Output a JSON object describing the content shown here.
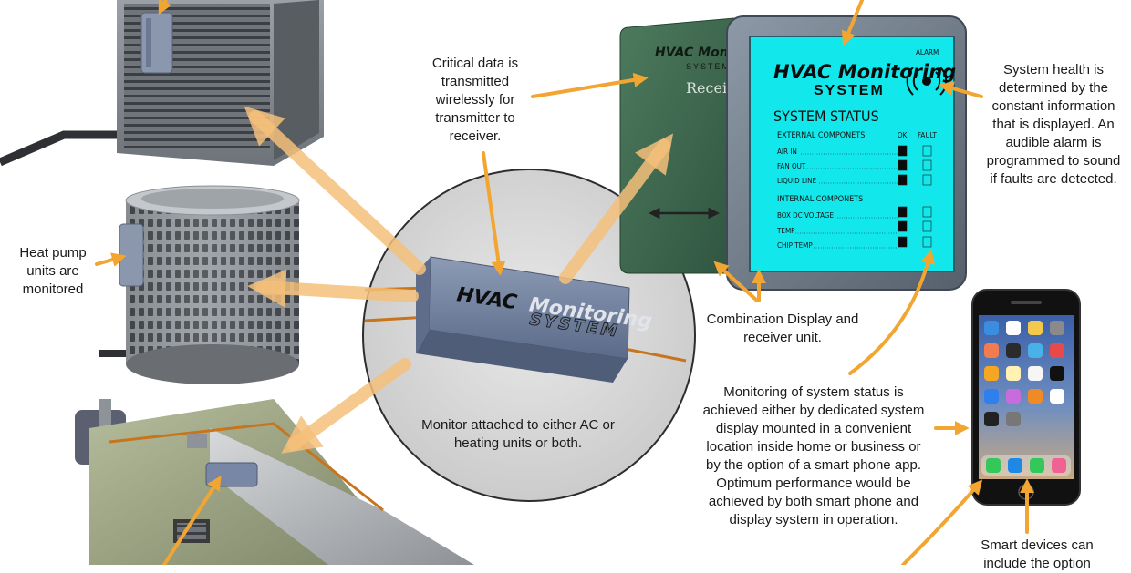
{
  "captions": {
    "critical_data": "Critical data is transmitted wirelessly for transmitter to receiver.",
    "heat_pump": "Heat pump units are monitored",
    "monitor_attached": "Monitor attached to either AC or heating units or both.",
    "combination": "Combination Display and receiver unit.",
    "system_health": "System health is determined by the constant information that is displayed. An audible alarm is programmed to sound if faults are detected.",
    "monitoring_status": "Monitoring of system status is achieved either by dedicated system display mounted in a convenient location inside home or business or by the option of a smart phone app. Optimum performance would be achieved by both smart phone and display system in operation.",
    "smart_devices": "Smart devices can include the option"
  },
  "display": {
    "brand_line1": "HVAC Monitoring",
    "brand_line2": "SYSTEM",
    "alarm_label": "ALARM",
    "status_title": "SYSTEM STATUS",
    "col_ok": "OK",
    "col_fault": "FAULT",
    "external_header": "EXTERNAL COMPONETS",
    "external_items": [
      "AIR IN",
      "FAN OUT",
      "LIQUID LINE"
    ],
    "internal_header": "INTERNAL COMPONETS",
    "internal_items": [
      "BOX DC VOLTAGE",
      "TEMP",
      "CHIP TEMP"
    ]
  },
  "receiver": {
    "brand_line1": "HVAC Monitori",
    "brand_line2": "SYSTEM",
    "label": "Receive"
  },
  "monitor": {
    "brand_line1_a": "HVAC",
    "brand_line1_b": "Monitoring",
    "brand_line2": "SYSTEM"
  },
  "colors": {
    "arrow": "#f2a531",
    "lcd": "#12e8ec",
    "receiver": "#3f6b50",
    "bezel": "#6c7a8a",
    "monitor_box": "#6a7a98",
    "wire": "#c8741a"
  }
}
